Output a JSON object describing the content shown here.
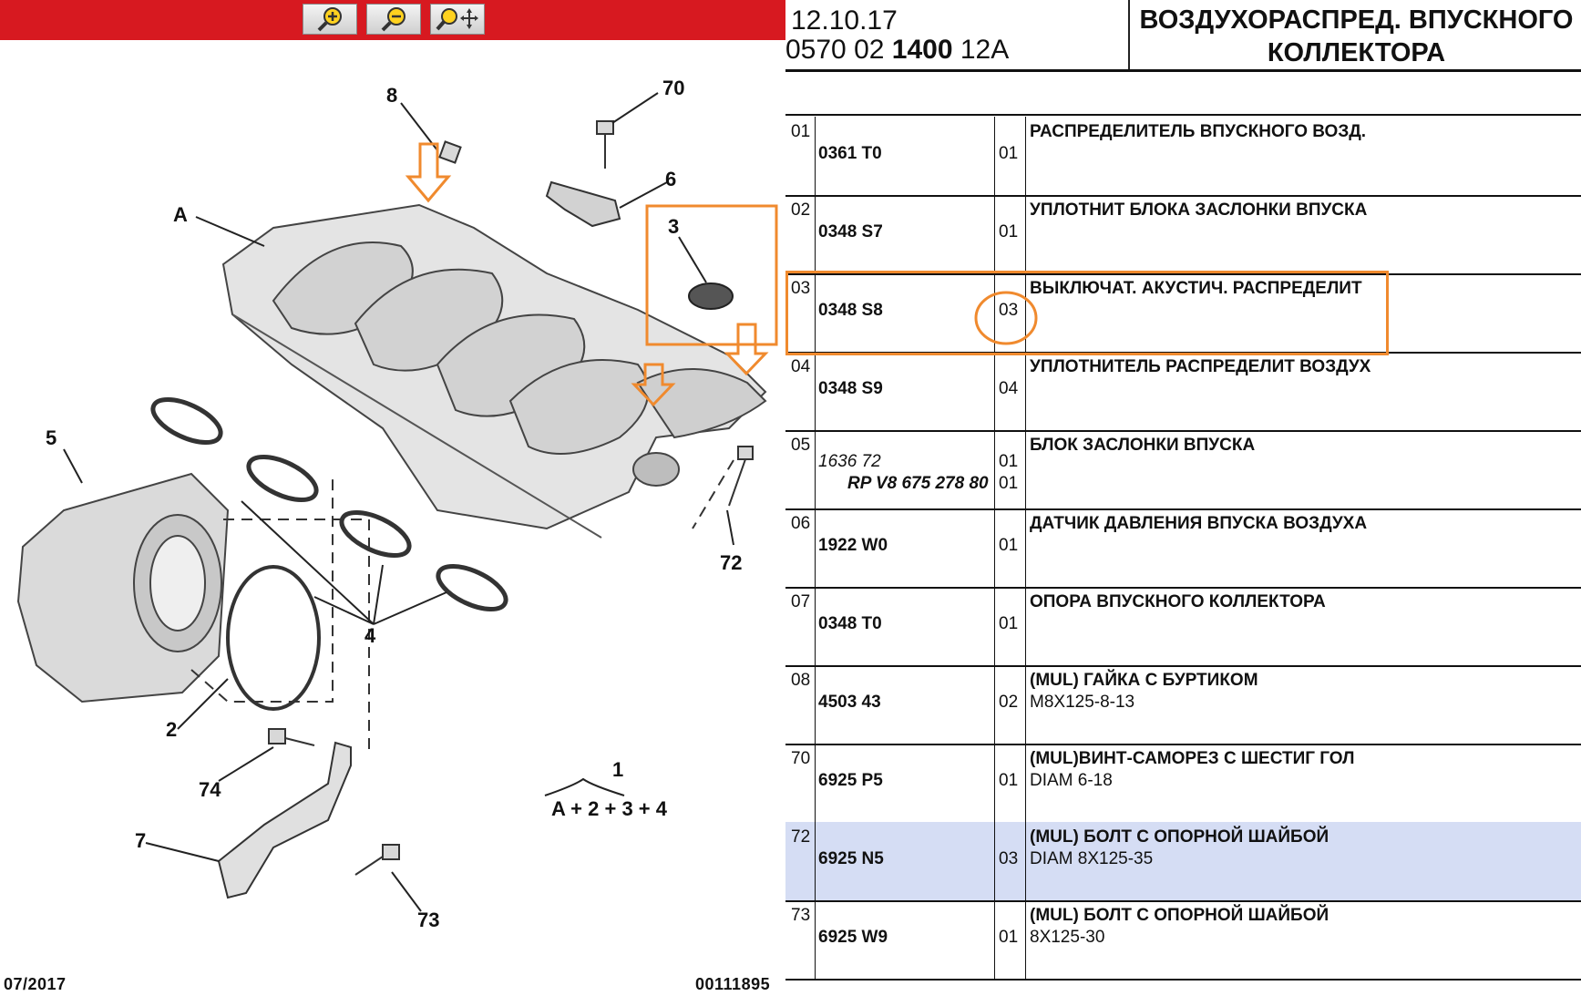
{
  "toolbar": {
    "buttons": [
      {
        "name": "zoom-in",
        "icon": "zoom-in-icon"
      },
      {
        "name": "zoom-out",
        "icon": "zoom-out-icon"
      },
      {
        "name": "zoom-pan",
        "icon": "zoom-pan-icon"
      }
    ],
    "color": "#d71920"
  },
  "diagram": {
    "callouts": [
      "8",
      "70",
      "6",
      "A",
      "3",
      "5",
      "72",
      "4",
      "2",
      "74",
      "7",
      "73",
      "1"
    ],
    "formula": "A + 2 + 3 + 4",
    "footer_left": "07/2017",
    "footer_right": "00111895",
    "highlight_color": "#f08a2e"
  },
  "header": {
    "date": "12.10.17",
    "code_prefix": "0570 02 ",
    "code_bold": "1400",
    "code_suffix": " 12A",
    "title_line1": "ВОЗДУХОРАСПРЕД. ВПУСКНОГО",
    "title_line2": "КОЛЛЕКТОРА"
  },
  "parts": [
    {
      "num": "01",
      "ref": "0361 T0",
      "qty": "01",
      "desc": "РАСПРЕДЕЛИТЕЛЬ ВПУСКНОГО ВОЗД.",
      "desc2": ""
    },
    {
      "num": "02",
      "ref": "0348 S7",
      "qty": "01",
      "desc": "УПЛОТНИТ БЛОКА ЗАСЛОНКИ ВПУСКА",
      "desc2": ""
    },
    {
      "num": "03",
      "ref": "0348 S8",
      "qty": "03",
      "desc": "ВЫКЛЮЧАТ. АКУСТИЧ. РАСПРЕДЕЛИТ",
      "desc2": ""
    },
    {
      "num": "04",
      "ref": "0348 S9",
      "qty": "04",
      "desc": "УПЛОТНИТЕЛЬ РАСПРЕДЕЛИТ ВОЗДУХ",
      "desc2": ""
    },
    {
      "num": "05",
      "ref": "1636 72",
      "qty": "01",
      "ref2": "RP V8 675 278 80",
      "qty2": "01",
      "desc": "БЛОК ЗАСЛОНКИ ВПУСКА",
      "desc2": ""
    },
    {
      "num": "06",
      "ref": "1922 W0",
      "qty": "01",
      "desc": "ДАТЧИК ДАВЛЕНИЯ ВПУСКА ВОЗДУХА",
      "desc2": ""
    },
    {
      "num": "07",
      "ref": "0348 T0",
      "qty": "01",
      "desc": "ОПОРА ВПУСКНОГО КОЛЛЕКТОРА",
      "desc2": ""
    },
    {
      "num": "08",
      "ref": "4503 43",
      "qty": "02",
      "desc": "(MUL) ГАЙКА С БУРТИКОМ",
      "desc2": "M8X125-8-13"
    },
    {
      "num": "70",
      "ref": "6925 P5",
      "qty": "01",
      "desc": "(MUL)ВИНТ-САМОРЕЗ С ШЕСТИГ ГОЛ",
      "desc2": "DIAM 6-18"
    },
    {
      "num": "72",
      "ref": "6925 N5",
      "qty": "03",
      "desc": "(MUL) БОЛТ С ОПОРНОЙ ШАЙБОЙ",
      "desc2": "DIAM 8X125-35"
    },
    {
      "num": "73",
      "ref": "6925 W9",
      "qty": "01",
      "desc": "(MUL) БОЛТ С ОПОРНОЙ ШАЙБОЙ",
      "desc2": "8X125-30"
    }
  ],
  "selected_row_num": "72",
  "row_highlight_color": "#d5ddf4"
}
